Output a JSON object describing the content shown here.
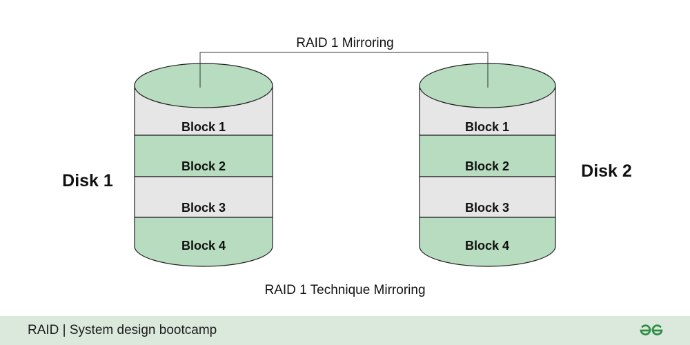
{
  "diagram": {
    "connector_label": "RAID 1 Mirroring",
    "caption": "RAID 1 Technique Mirroring",
    "colors": {
      "green": "#b7dcbf",
      "gray": "#e6e6e6",
      "stroke": "#1f1f1f"
    },
    "disks": [
      {
        "label": "Disk 1",
        "blocks": [
          {
            "label": "Block 1",
            "color": "gray"
          },
          {
            "label": "Block 2",
            "color": "green"
          },
          {
            "label": "Block 3",
            "color": "gray"
          },
          {
            "label": "Block 4",
            "color": "green"
          }
        ]
      },
      {
        "label": "Disk 2",
        "blocks": [
          {
            "label": "Block 1",
            "color": "gray"
          },
          {
            "label": "Block 2",
            "color": "green"
          },
          {
            "label": "Block 3",
            "color": "gray"
          },
          {
            "label": "Block 4",
            "color": "green"
          }
        ]
      }
    ]
  },
  "footer": {
    "title": "RAID | System design bootcamp",
    "logo_icon": "gfg-logo-icon",
    "accent": "#2f8d46",
    "background": "#dbe9dc"
  }
}
